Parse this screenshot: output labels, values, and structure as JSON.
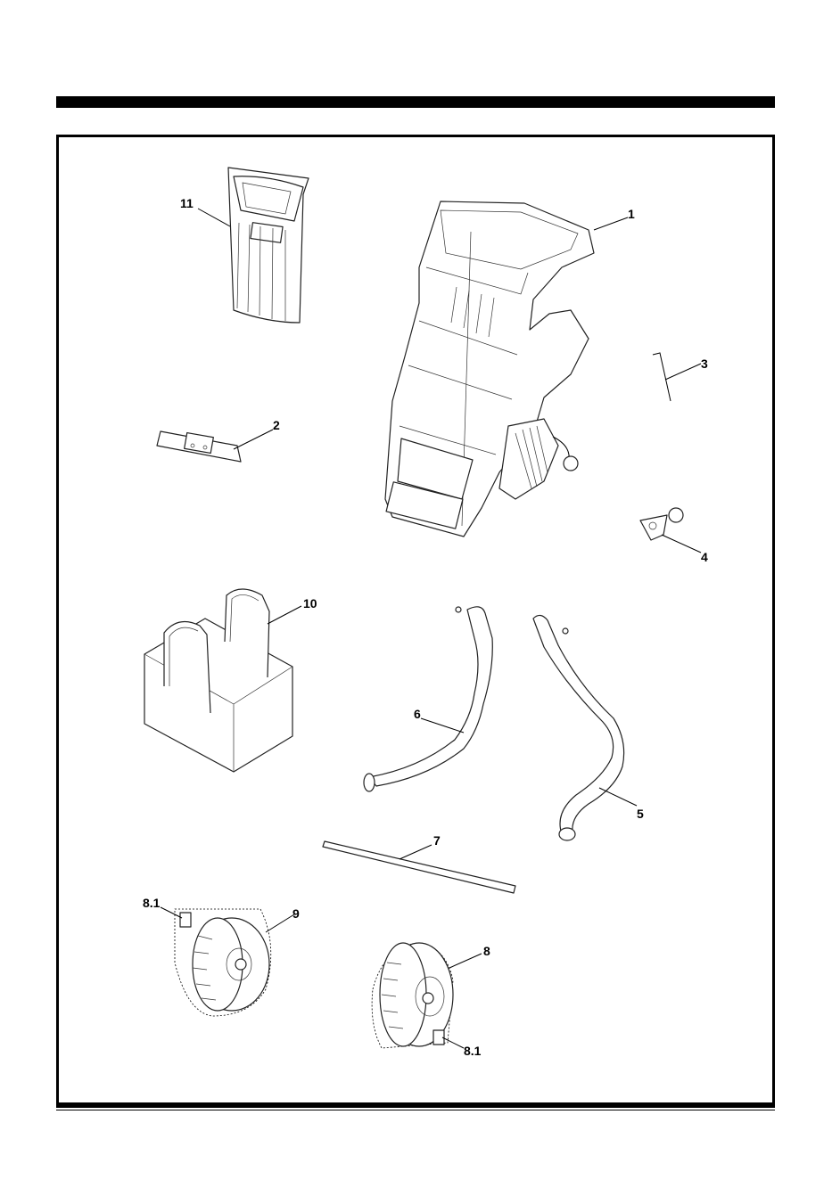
{
  "callouts": {
    "p1": "1",
    "p2": "2",
    "p3": "3",
    "p4": "4",
    "p5": "5",
    "p6": "6",
    "p7": "7",
    "p8": "8",
    "p8_1_left": "8.1",
    "p8_1_right": "8.1",
    "p9": "9",
    "p10": "10",
    "p11": "11"
  }
}
